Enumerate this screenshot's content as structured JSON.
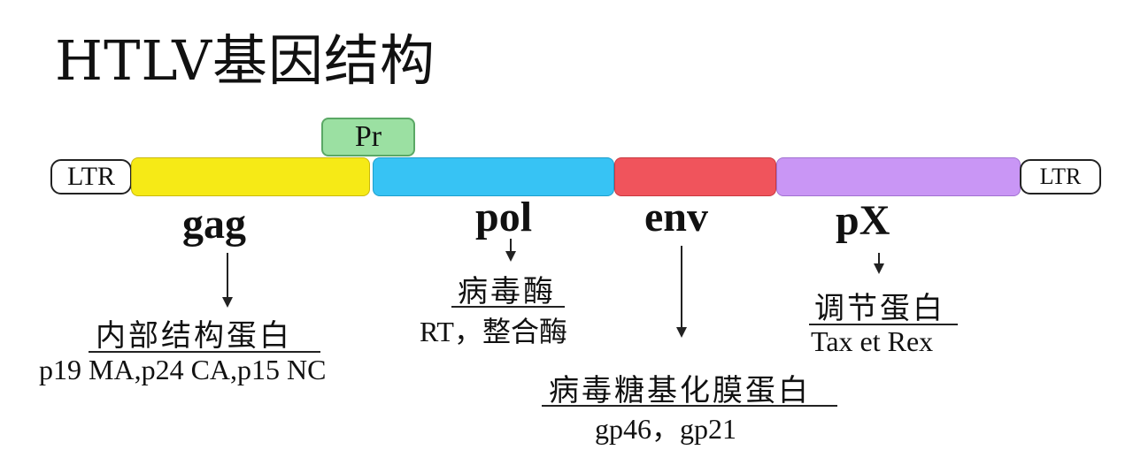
{
  "title": "HTLV基因结构",
  "genome": {
    "ltr_left": "LTR",
    "ltr_right": "LTR",
    "pr_label": "Pr",
    "colors": {
      "gag": "#f6ea16",
      "pol": "#37c3f4",
      "env": "#f0545c",
      "pX": "#c996f5",
      "pr": "#9be0a2"
    }
  },
  "genes": {
    "gag": {
      "name": "gag",
      "category": "内部结构蛋白",
      "proteins": "p19 MA,p24 CA,p15 NC"
    },
    "pol": {
      "name": "pol",
      "category": "病毒酶",
      "proteins": "RT，整合酶"
    },
    "env": {
      "name": "env",
      "category": "病毒糖基化膜蛋白",
      "proteins": "gp46，gp21"
    },
    "pX": {
      "name": "pX",
      "category": "调节蛋白",
      "proteins": "Tax et Rex"
    }
  }
}
